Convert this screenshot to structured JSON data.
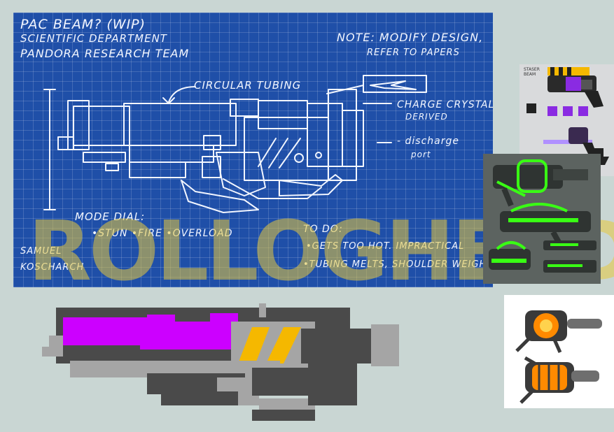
{
  "blueprint": {
    "title_line1": "PAC BEAM? (WIP)",
    "title_line2": "SCIENTIFIC DEPARTMENT",
    "title_line3": "PANDORA RESEARCH TEAM",
    "note_line1": "NOTE: MODIFY DESIGN,",
    "note_line2": "REFER TO PAPERS",
    "label_tubing": "CIRCULAR TUBING",
    "label_crystal_line1": "CHARGE CRYSTAL",
    "label_crystal_line2": "DERIVED",
    "label_port_line1": "- discharge",
    "label_port_line2": "port",
    "mode_dial_title": "MODE DIAL:",
    "mode_dial_options": "•STUN  •FIRE  •OVERLOAD",
    "author_line1": "SAMUEL",
    "author_line2": "KOSCHARCH",
    "todo_title": "TO DO:",
    "todo_item1": "•GETS TOO HOT. IMPRACTICAL",
    "todo_item2": "•TUBING MELTS, SHOULDER WEIGHT"
  },
  "watermark": {
    "text": "ROLLOGHEAD"
  },
  "reference_panel_1": {
    "label_line1": "STASER",
    "label_line2": "BEAM"
  },
  "colors": {
    "blueprint_bg": "#1f4fa8",
    "page_bg": "#c9d6d3",
    "pixel_magenta": "#cc00ff",
    "pixel_yellow": "#f5b800",
    "pixel_gray_dark": "#4a4a4a",
    "pixel_gray_light": "#a5a5a5",
    "neon_green": "#39ff14",
    "core_orange": "#ff8a00"
  },
  "icons": {
    "pixel_gun": "pixel-blaster-icon",
    "green_guns": "green-blaster-concept-icon",
    "orange_trap": "orange-core-trap-icon",
    "purple_gun": "purple-staser-gun-icon"
  }
}
